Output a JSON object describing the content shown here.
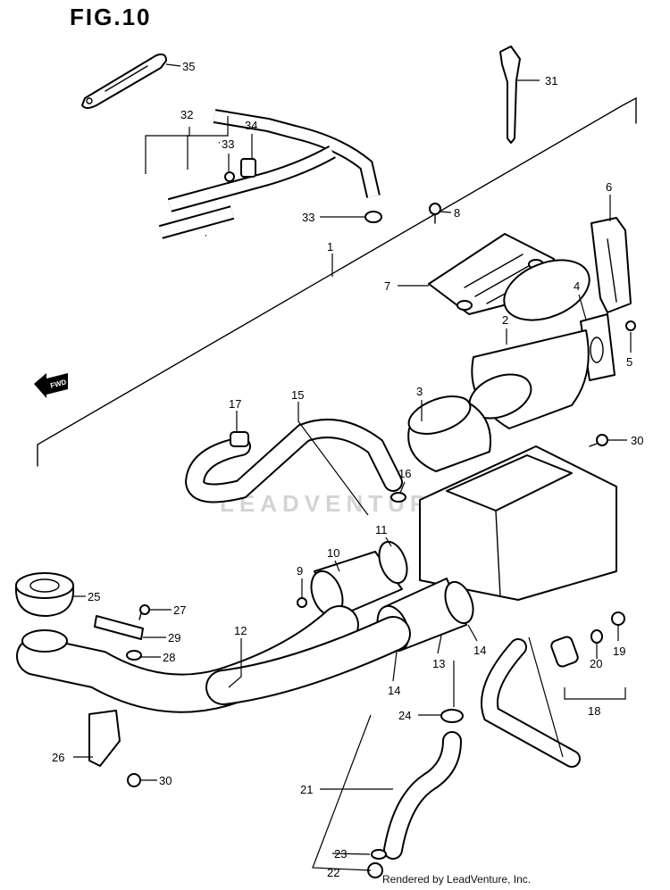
{
  "figure": {
    "title_prefix": "FIG.",
    "title_number": "10"
  },
  "watermark": "LEADVENTURE",
  "fwd_label": "FWD",
  "footer": "Rendered by LeadVenture, Inc.",
  "callouts": {
    "c1": "1",
    "c2": "2",
    "c3": "3",
    "c4": "4",
    "c5": "5",
    "c6": "6",
    "c7": "7",
    "c8": "8",
    "c9": "9",
    "c10": "10",
    "c11": "11",
    "c12": "12",
    "c13": "13",
    "c14a": "14",
    "c14b": "14",
    "c15": "15",
    "c16": "16",
    "c17": "17",
    "c18": "18",
    "c19": "19",
    "c20": "20",
    "c21": "21",
    "c22": "22",
    "c23": "23",
    "c24": "24",
    "c25": "25",
    "c26": "26",
    "c27": "27",
    "c28": "28",
    "c29": "29",
    "c30a": "30",
    "c30b": "30",
    "c31": "31",
    "c32": "32",
    "c33a": "33",
    "c33b": "33",
    "c34": "34",
    "c35": "35"
  }
}
